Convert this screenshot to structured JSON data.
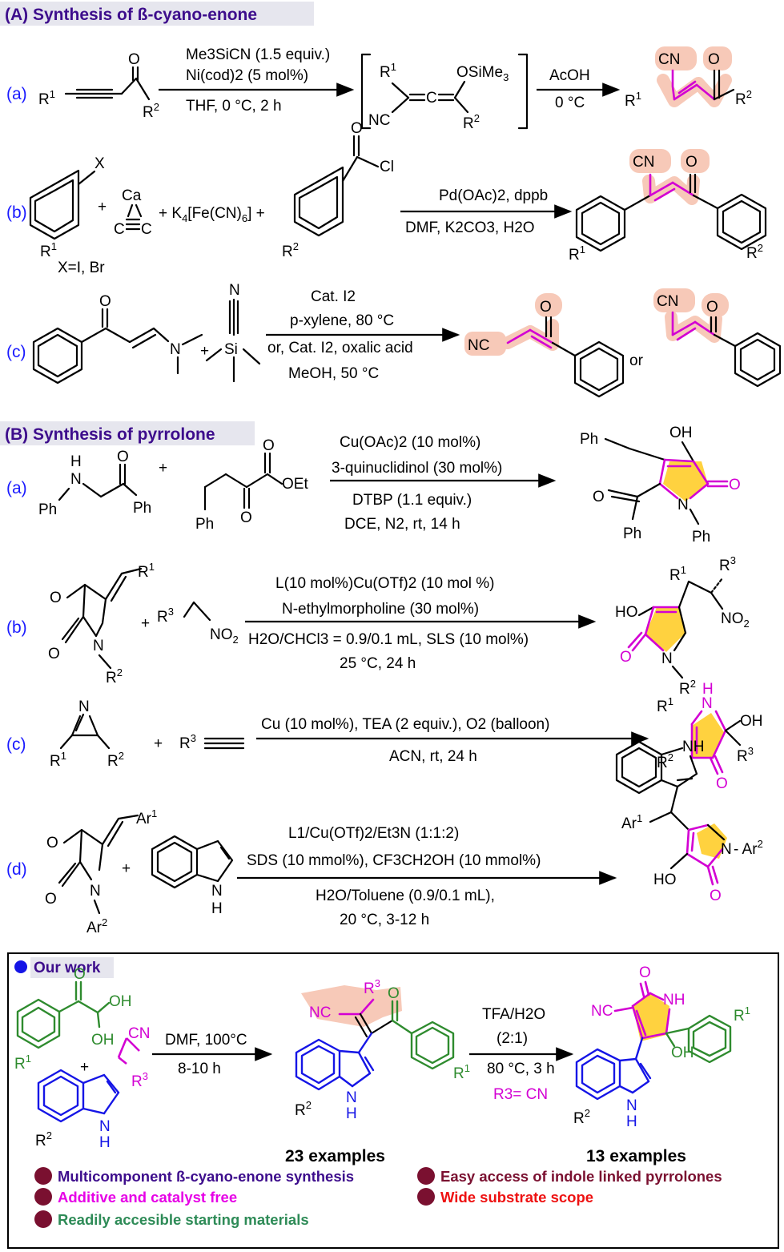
{
  "headers": {
    "section_a": "(A) Synthesis of ß-cyano-enone",
    "section_b": "(B) Synthesis of pyrrolone",
    "our_work": "Our work"
  },
  "section_a": {
    "a": {
      "label": "(a)",
      "conditions": [
        "Me3SiCN (1.5 equiv.)",
        "Ni(cod)2 (5 mol%)",
        "THF, 0 °C, 2 h"
      ],
      "step2": [
        "AcOH",
        "0 °C"
      ],
      "substituents": [
        "R1",
        "R2",
        "O",
        "OSiMe3",
        "NC",
        "CN"
      ]
    },
    "b": {
      "label": "(b)",
      "reagents": [
        "X",
        "Ca",
        "K4[Fe(CN)6]",
        "Cl",
        "X=I, Br"
      ],
      "conditions": [
        "Pd(OAc)2, dppb",
        "DMF, K2CO3, H2O"
      ]
    },
    "c": {
      "label": "(c)",
      "conditions": [
        "Cat. I2",
        "p-xylene, 80 °C",
        "or, Cat. I2, oxalic acid",
        "MeOH, 50 °C"
      ],
      "or_word": "or"
    }
  },
  "section_b": {
    "a": {
      "label": "(a)",
      "conditions": [
        "Cu(OAc)2 (10 mol%)",
        "3-quinuclidinol (30 mol%)",
        "DTBP (1.1 equiv.)",
        "DCE, N2, rt, 14 h"
      ]
    },
    "b": {
      "label": "(b)",
      "conditions": [
        "L(10 mol%)Cu(OTf)2 (10 mol %)",
        "N-ethylmorpholine (30 mol%)",
        "H2O/CHCl3 = 0.9/0.1 mL, SLS (10 mol%)",
        "25 °C, 24 h"
      ]
    },
    "c": {
      "label": "(c)",
      "conditions": [
        "Cu (10 mol%), TEA (2 equiv.), O2 (balloon)",
        "ACN, rt, 24 h"
      ]
    },
    "d": {
      "label": "(d)",
      "conditions": [
        "L1/Cu(OTf)2/Et3N (1:1:2)",
        "SDS (10 mmol%), CF3CH2OH (10 mmol%)",
        "H2O/Toluene (0.9/0.1 mL),",
        "20 °C, 3-12 h"
      ]
    }
  },
  "our_work": {
    "step1": [
      "DMF, 100°C",
      "8-10 h"
    ],
    "step2": [
      "TFA/H2O",
      "(2:1)",
      "80 °C, 3 h",
      "R3= CN"
    ],
    "count1": "23 examples",
    "count2": "13 examples"
  },
  "highlights": [
    {
      "text": "Multicomponent ß-cyano-enone synthesis",
      "color": "#3d0d8c"
    },
    {
      "text": "Additive and catalyst free",
      "color": "#e600e6"
    },
    {
      "text": "Readily accesible starting materials",
      "color": "#2e8b57"
    },
    {
      "text": "Easy access of indole linked pyrrolones",
      "color": "#7a1030"
    },
    {
      "text": "Wide substrate scope",
      "color": "#ee1111"
    }
  ],
  "colors": {
    "highlight_pink": "#f7c9b8",
    "pyrrolone_yellow": "#ffd23f",
    "magenta": "#d300d3",
    "green": "#2e8b2e",
    "blue": "#1515e6",
    "bullet": "#7a1030"
  }
}
